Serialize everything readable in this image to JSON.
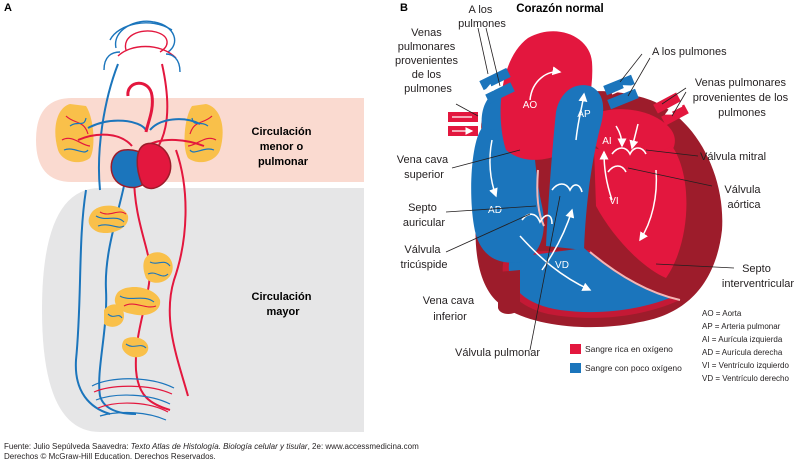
{
  "panel_a": {
    "letter": "A",
    "regions": [
      {
        "id": "pulmonar",
        "lines": [
          "Circulación",
          "menor o",
          "pulmonar"
        ]
      },
      {
        "id": "mayor",
        "lines": [
          "Circulación",
          "mayor"
        ]
      }
    ]
  },
  "panel_b": {
    "letter": "B",
    "title": "Corazón normal",
    "chamber_labels": {
      "AO": "AO",
      "AP": "AP",
      "AI": "AI",
      "AD": "AD",
      "VI": "VI",
      "VD": "VD"
    },
    "callouts": [
      {
        "id": "a-los-pulmones-top",
        "lines": [
          "A los",
          "pulmones"
        ]
      },
      {
        "id": "venas-pulmonares-left",
        "lines": [
          "Venas",
          "pulmonares",
          "provenientes",
          "de los",
          "pulmones"
        ]
      },
      {
        "id": "a-los-pulmones-right",
        "lines": [
          "A los pulmones"
        ]
      },
      {
        "id": "venas-pulmonares-right",
        "lines": [
          "Venas pulmonares",
          "provenientes de los",
          "pulmones"
        ]
      },
      {
        "id": "vena-cava-superior",
        "lines": [
          "Vena cava",
          "superior"
        ]
      },
      {
        "id": "valvula-mitral",
        "lines": [
          "Válvula mitral"
        ]
      },
      {
        "id": "valvula-aortica",
        "lines": [
          "Válvula",
          "aórtica"
        ]
      },
      {
        "id": "septo-auricular",
        "lines": [
          "Septo",
          "auricular"
        ]
      },
      {
        "id": "valvula-tricuspide",
        "lines": [
          "Válvula",
          "tricúspide"
        ]
      },
      {
        "id": "septo-interventricular",
        "lines": [
          "Septo",
          "interventricular"
        ]
      },
      {
        "id": "vena-cava-inferior",
        "lines": [
          "Vena cava",
          "inferior"
        ]
      },
      {
        "id": "valvula-pulmonar",
        "lines": [
          "Válvula pulmonar"
        ]
      }
    ],
    "legend": [
      {
        "label": "Sangre rica en oxígeno",
        "color": "#e3173e"
      },
      {
        "label": "Sangre con poco oxígeno",
        "color": "#1b75bc"
      }
    ],
    "abbreviations": [
      "AO = Aorta",
      "AP = Arteria pulmonar",
      "AI = Aurícula izquierda",
      "AD = Aurícula derecha",
      "VI = Ventrículo izquierdo",
      "VD = Ventrículo derecho"
    ]
  },
  "footer": {
    "source_prefix": "Fuente: Julio Sepúlveda Saavedra: ",
    "book_title": "Texto Atlas de Histología. Biología celular y tisular",
    "source_suffix": ", 2e: www.accessmedicina.com",
    "rights": "Derechos © McGraw-Hill Education. Derechos Reservados."
  },
  "colors": {
    "oxygenated": "#e3173e",
    "deoxygenated": "#1b75bc",
    "pulmonary_band": "#fadad0",
    "systemic_band": "#e6e6e7",
    "organ_yellow": "#f9c04a",
    "heart_dark": "#9d1c2b"
  }
}
